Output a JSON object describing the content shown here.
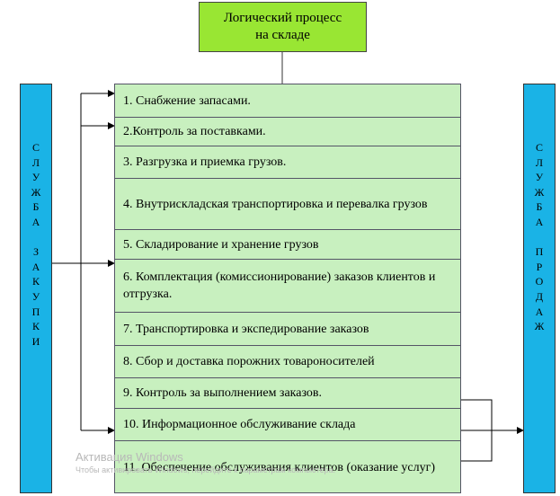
{
  "title": "Логический процесс\nна складе",
  "left_service": [
    "С",
    "Л",
    "У",
    "Ж",
    "Б",
    "А",
    "",
    "З",
    "А",
    "К",
    "У",
    "П",
    "К",
    "И"
  ],
  "right_service": [
    "С",
    "Л",
    "У",
    "Ж",
    "Б",
    "А",
    "",
    "П",
    "Р",
    "О",
    "Д",
    "А",
    "Ж"
  ],
  "steps": [
    "1. Снабжение запасами.",
    "2.Контроль за поставками.",
    "3. Разгрузка и приемка грузов.",
    "4. Внутрискладская транспортировка и перевалка  грузов",
    "5. Складирование и хранение грузов",
    "6. Комплектация (комиссионирование) заказов клиентов и отгрузка.",
    "7. Транспортировка и экспедирование заказов",
    "8. Сбор и доставка порожних товароносителей",
    "9. Контроль за выполнением заказов.",
    "10. Информационное обслуживание склада",
    "11. Обеспечение обслуживания клиентов (оказание услуг)"
  ],
  "watermark": {
    "title": "Активация Windows",
    "subtitle": "Чтобы активировать Windows, перейдите к параметрам компьютера."
  },
  "colors": {
    "title_fill": "#99e633",
    "service_fill": "#1ab3e6",
    "steps_fill": "#c8f0bf"
  }
}
